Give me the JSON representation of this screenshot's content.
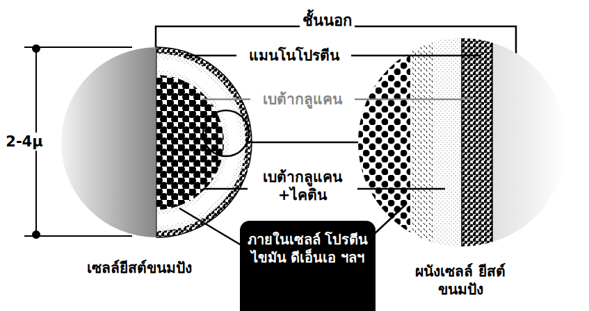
{
  "diagram": {
    "nodes": [
      {
        "text": [
          "ภายในเซลล์ โปรตีน ไขมัน ดีเอ็นเอ ฯลฯ"
        ]
      }
    ],
    "labels": [
      "ชั้นนอก",
      "แมนโนโปรตีน",
      "เบต้ากลูแคน",
      "เบต้ากลูแคน +ไคติน",
      "2-4μ",
      "เซลล์ยีสต์ขนมปัง",
      "ผนังเซลล์ ยีสต์ขนมปัง"
    ]
  }
}
